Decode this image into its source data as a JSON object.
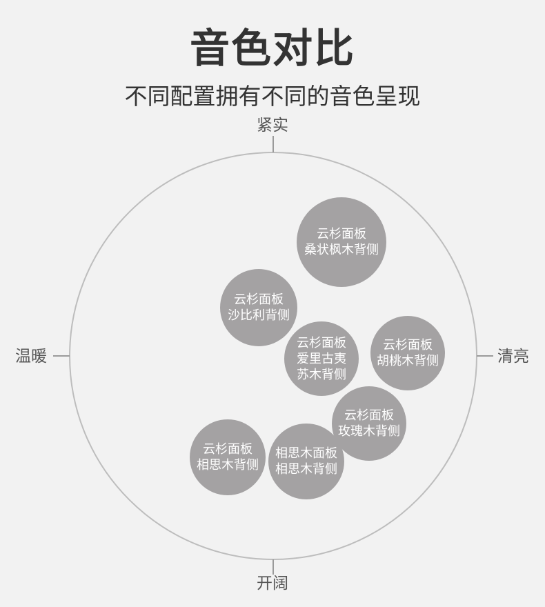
{
  "title": "音色对比",
  "subtitle": "不同配置拥有不同的音色呈现",
  "axes": {
    "top": "紧实",
    "bottom": "开阔",
    "left": "温暖",
    "right": "清亮"
  },
  "bubbles": [
    {
      "line1": "云杉面板",
      "line2": "桑状枫木背侧"
    },
    {
      "line1": "云杉面板",
      "line2": "沙比利背侧"
    },
    {
      "line1": "云杉面板",
      "line2": "爱里古夷苏木背侧"
    },
    {
      "line1": "云杉面板",
      "line2": "胡桃木背侧"
    },
    {
      "line1": "云杉面板",
      "line2": "玫瑰木背侧"
    },
    {
      "line1": "云杉面板",
      "line2": "相思木背侧"
    },
    {
      "line1": "相思木面板",
      "line2": "相思木背侧"
    }
  ],
  "colors": {
    "background": "#f2f2f2",
    "bubble": "#a4a2a3",
    "circle_stroke": "#bdbdbd",
    "text": "#333333"
  }
}
